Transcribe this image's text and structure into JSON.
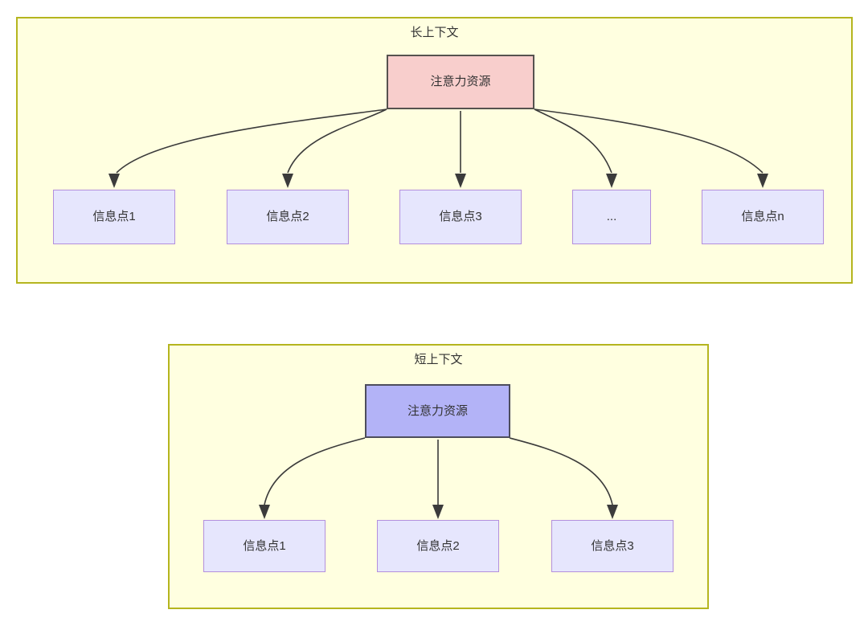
{
  "diagram": {
    "background_color": "#ffffff",
    "panel_fill": "#ffffe0",
    "panel_border": "#b5b51f",
    "edge_color": "#3b3b3b",
    "panels": [
      {
        "id": "long-context",
        "title": "长上下文",
        "root": {
          "label": "注意力资源",
          "fill": "#f8cecc",
          "border": "#56524f"
        },
        "children": [
          {
            "label": "信息点1"
          },
          {
            "label": "信息点2"
          },
          {
            "label": "信息点3"
          },
          {
            "label": "..."
          },
          {
            "label": "信息点n"
          }
        ],
        "child_fill": "#e6e6fd",
        "child_border": "#b38fdd"
      },
      {
        "id": "short-context",
        "title": "短上下文",
        "root": {
          "label": "注意力资源",
          "fill": "#b3b3f7",
          "border": "#4d4d5c"
        },
        "children": [
          {
            "label": "信息点1"
          },
          {
            "label": "信息点2"
          },
          {
            "label": "信息点3"
          }
        ],
        "child_fill": "#e6e6fd",
        "child_border": "#b38fdd"
      }
    ]
  }
}
